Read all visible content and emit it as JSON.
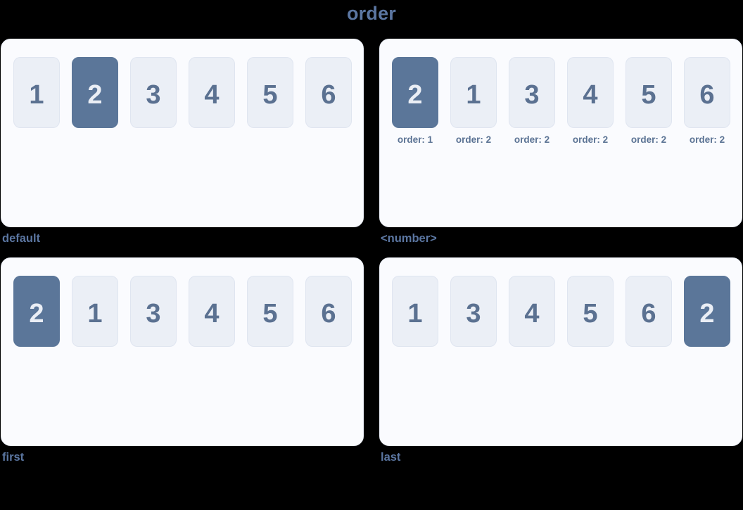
{
  "title": "order",
  "panels": [
    {
      "caption": "default",
      "boxes": [
        {
          "n": "1",
          "highlight": false
        },
        {
          "n": "2",
          "highlight": true
        },
        {
          "n": "3",
          "highlight": false
        },
        {
          "n": "4",
          "highlight": false
        },
        {
          "n": "5",
          "highlight": false
        },
        {
          "n": "6",
          "highlight": false
        }
      ]
    },
    {
      "caption": "<number>",
      "boxes": [
        {
          "n": "2",
          "highlight": true,
          "label": "order: 1"
        },
        {
          "n": "1",
          "highlight": false,
          "label": "order: 2"
        },
        {
          "n": "3",
          "highlight": false,
          "label": "order: 2"
        },
        {
          "n": "4",
          "highlight": false,
          "label": "order: 2"
        },
        {
          "n": "5",
          "highlight": false,
          "label": "order: 2"
        },
        {
          "n": "6",
          "highlight": false,
          "label": "order: 2"
        }
      ]
    },
    {
      "caption": "first",
      "boxes": [
        {
          "n": "2",
          "highlight": true
        },
        {
          "n": "1",
          "highlight": false
        },
        {
          "n": "3",
          "highlight": false
        },
        {
          "n": "4",
          "highlight": false
        },
        {
          "n": "5",
          "highlight": false
        },
        {
          "n": "6",
          "highlight": false
        }
      ]
    },
    {
      "caption": "last",
      "boxes": [
        {
          "n": "1",
          "highlight": false
        },
        {
          "n": "3",
          "highlight": false
        },
        {
          "n": "4",
          "highlight": false
        },
        {
          "n": "5",
          "highlight": false
        },
        {
          "n": "6",
          "highlight": false
        },
        {
          "n": "2",
          "highlight": true
        }
      ]
    }
  ],
  "colors": {
    "background": "#000000",
    "accent_text": "#5b76a1",
    "panel_background": "#fafbfe",
    "box_background": "#ebeff6",
    "box_border": "#dfe5f0",
    "box_text": "#5b7191",
    "box_active_background": "#5b7699",
    "box_active_text": "#eaeef5",
    "order_label_text": "#5b7394"
  }
}
